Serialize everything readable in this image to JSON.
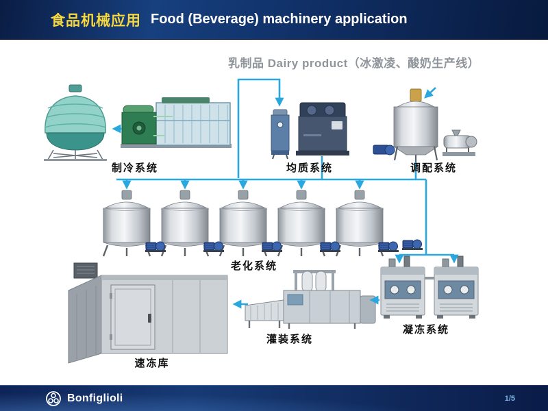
{
  "header": {
    "title_zh": "食品机械应用",
    "title_en": "Food (Beverage) machinery application"
  },
  "subtitle": "乳制品 Dairy product（冰激凌、酸奶生产线）",
  "diagram": {
    "labels": {
      "cooling": "制冷系统",
      "homogenizing": "均质系统",
      "blending": "调配系统",
      "aging": "老化系统",
      "freezing": "凝冻系统",
      "filling": "灌装系统",
      "quick_freeze": "速冻库"
    },
    "arrow_color": "#2aa7dc"
  },
  "colors": {
    "header_bg": "#102f66",
    "title_zh": "#f7d73e",
    "title_en": "#ffffff",
    "subtitle_gray": "#8f959b",
    "label_black": "#111111",
    "footer_bg": "#12295c",
    "page_blue": "#7fb2e5"
  },
  "footer": {
    "brand": "Bonfiglioli",
    "page": "1/5"
  }
}
